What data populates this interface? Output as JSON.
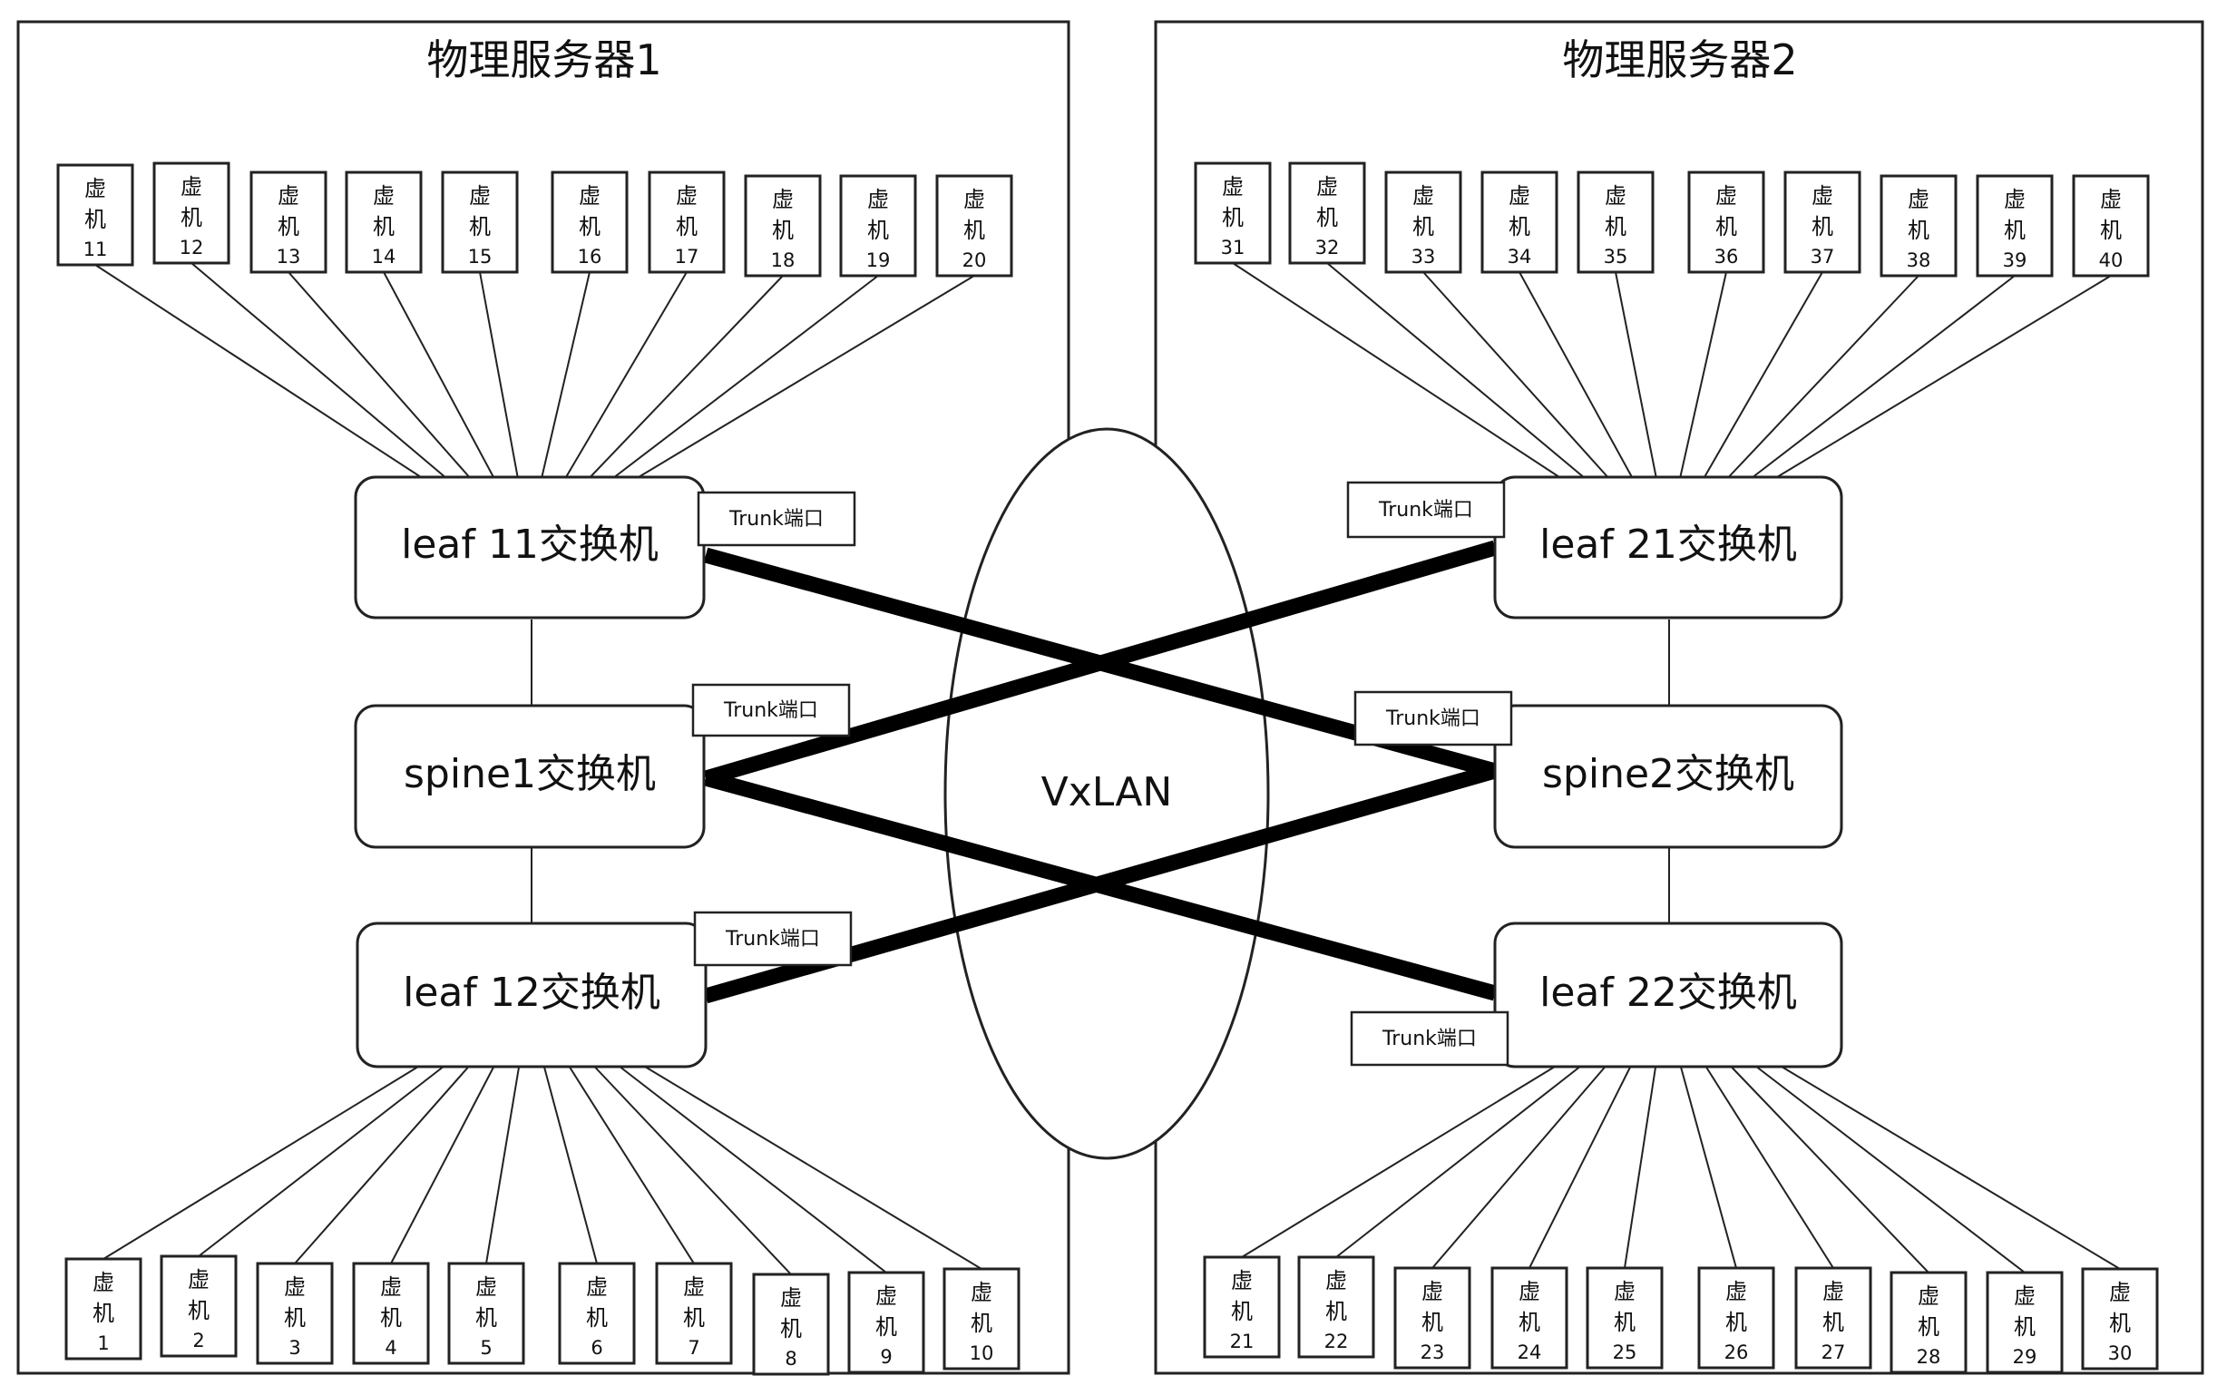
{
  "servers": [
    {
      "title": "物理服务器1"
    },
    {
      "title": "物理服务器2"
    }
  ],
  "switches": {
    "leaf11": "leaf 11交换机",
    "spine1": "spine1交换机",
    "leaf12": "leaf 12交换机",
    "leaf21": "leaf 21交换机",
    "spine2": "spine2交换机",
    "leaf22": "leaf 22交换机"
  },
  "network": {
    "label": "VxLAN"
  },
  "trunk_label": "Trunk端口",
  "vm": {
    "char1": "虚",
    "char2": "机",
    "groups": [
      {
        "switch": "leaf11",
        "numbers": [
          "11",
          "12",
          "13",
          "14",
          "15",
          "16",
          "17",
          "18",
          "19",
          "20"
        ]
      },
      {
        "switch": "leaf12",
        "numbers": [
          "1",
          "2",
          "3",
          "4",
          "5",
          "6",
          "7",
          "8",
          "9",
          "10"
        ]
      },
      {
        "switch": "leaf21",
        "numbers": [
          "31",
          "32",
          "33",
          "34",
          "35",
          "36",
          "37",
          "38",
          "39",
          "40"
        ]
      },
      {
        "switch": "leaf22",
        "numbers": [
          "21",
          "22",
          "23",
          "24",
          "25",
          "26",
          "27",
          "28",
          "29",
          "30"
        ]
      }
    ]
  }
}
